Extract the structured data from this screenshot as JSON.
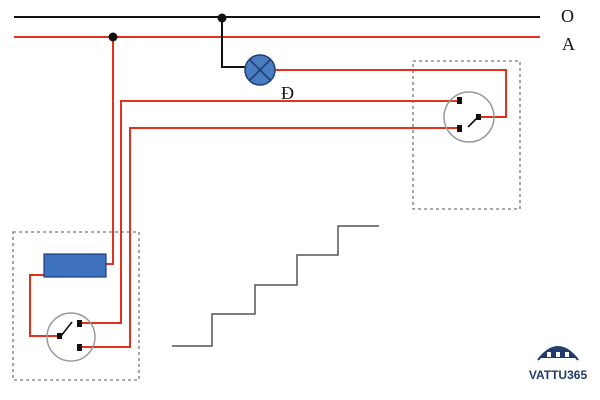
{
  "labels": {
    "neutral_line": "O",
    "phase_line": "A",
    "lamp": "Đ"
  },
  "logo": {
    "text": "VATTU365"
  },
  "colors": {
    "neutral_wire": "#111111",
    "phase_wire": "#e2311d",
    "wire_dark": "#a33a2a",
    "lamp_fill": "#4a7cc0",
    "fuse_fill": "#3f72be",
    "box_border": "#777777",
    "stairs": "#555555",
    "logo": "#1f3a6b"
  },
  "icons": {
    "lamp": "lamp-cross-icon",
    "switch_top": "two-way-switch-icon",
    "switch_bottom": "two-way-switch-icon",
    "logo": "house-logo-icon"
  }
}
